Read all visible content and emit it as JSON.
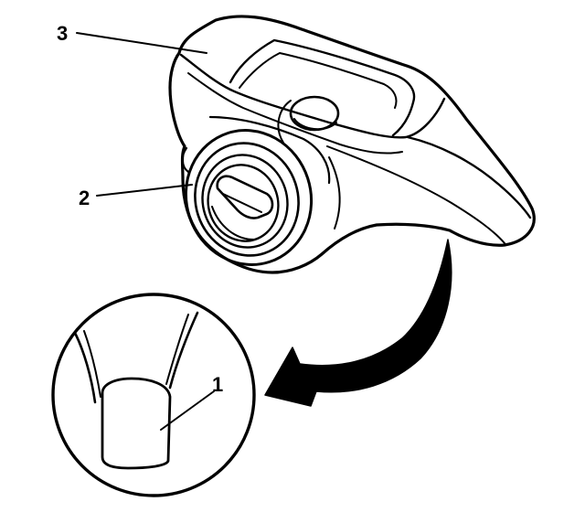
{
  "callouts": [
    {
      "id": "callout-3",
      "label": "3"
    },
    {
      "id": "callout-2",
      "label": "2"
    },
    {
      "id": "callout-1",
      "label": "1"
    }
  ],
  "colors": {
    "ink": "#000000",
    "paper": "#ffffff"
  }
}
